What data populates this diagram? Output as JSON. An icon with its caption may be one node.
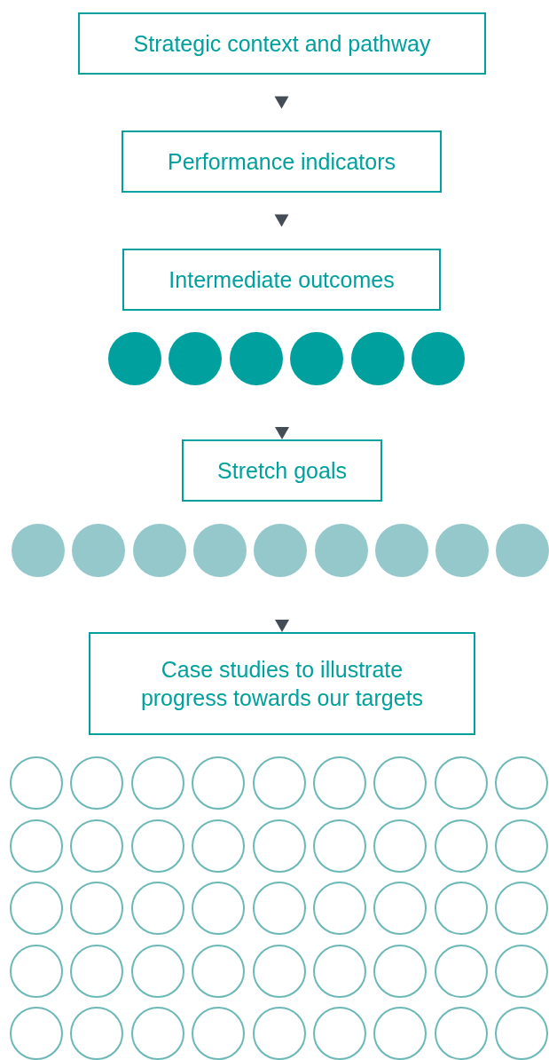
{
  "diagram": {
    "nodes": [
      {
        "text": [
          "Strategic context and pathway"
        ]
      },
      {
        "text": [
          "Performance indicators"
        ]
      },
      {
        "text": [
          "Intermediate outcomes"
        ]
      },
      {
        "text": [],
        "shape": "circle"
      },
      {
        "text": [],
        "shape": "circle"
      },
      {
        "text": [],
        "shape": "circle"
      },
      {
        "text": [],
        "shape": "circle"
      },
      {
        "text": [],
        "shape": "circle"
      },
      {
        "text": [],
        "shape": "circle"
      },
      {
        "text": [
          "Stretch goals"
        ]
      },
      {
        "text": [],
        "shape": "circle"
      },
      {
        "text": [],
        "shape": "circle"
      },
      {
        "text": [],
        "shape": "circle"
      },
      {
        "text": [],
        "shape": "circle"
      },
      {
        "text": [],
        "shape": "circle"
      },
      {
        "text": [],
        "shape": "circle"
      },
      {
        "text": [],
        "shape": "circle"
      },
      {
        "text": [],
        "shape": "circle"
      },
      {
        "text": [],
        "shape": "circle"
      },
      {
        "text": [
          "Case studies to illustrate progress towards our targets"
        ]
      },
      {
        "text": [],
        "shape": "circle"
      },
      {
        "text": [],
        "shape": "circle"
      },
      {
        "text": [],
        "shape": "circle"
      },
      {
        "text": [],
        "shape": "circle"
      },
      {
        "text": [],
        "shape": "circle"
      },
      {
        "text": [],
        "shape": "circle"
      },
      {
        "text": [],
        "shape": "circle"
      },
      {
        "text": [],
        "shape": "circle"
      },
      {
        "text": [],
        "shape": "circle"
      },
      {
        "text": [],
        "shape": "circle"
      },
      {
        "text": [],
        "shape": "circle"
      },
      {
        "text": [],
        "shape": "circle"
      },
      {
        "text": [],
        "shape": "circle"
      },
      {
        "text": [],
        "shape": "circle"
      },
      {
        "text": [],
        "shape": "circle"
      },
      {
        "text": [],
        "shape": "circle"
      },
      {
        "text": [],
        "shape": "circle"
      },
      {
        "text": [],
        "shape": "circle"
      },
      {
        "text": [],
        "shape": "circle"
      },
      {
        "text": [],
        "shape": "circle"
      },
      {
        "text": [],
        "shape": "circle"
      },
      {
        "text": [],
        "shape": "circle"
      },
      {
        "text": [],
        "shape": "circle"
      },
      {
        "text": [],
        "shape": "circle"
      },
      {
        "text": [],
        "shape": "circle"
      },
      {
        "text": [],
        "shape": "circle"
      },
      {
        "text": [],
        "shape": "circle"
      },
      {
        "text": [],
        "shape": "circle"
      },
      {
        "text": [],
        "shape": "circle"
      },
      {
        "text": [],
        "shape": "circle"
      },
      {
        "text": [],
        "shape": "circle"
      },
      {
        "text": [],
        "shape": "circle"
      },
      {
        "text": [],
        "shape": "circle"
      },
      {
        "text": [],
        "shape": "circle"
      },
      {
        "text": [],
        "shape": "circle"
      },
      {
        "text": [],
        "shape": "circle"
      },
      {
        "text": [],
        "shape": "circle"
      },
      {
        "text": [],
        "shape": "circle"
      },
      {
        "text": [],
        "shape": "circle"
      },
      {
        "text": [],
        "shape": "circle"
      },
      {
        "text": [],
        "shape": "circle"
      },
      {
        "text": [],
        "shape": "circle"
      },
      {
        "text": [],
        "shape": "circle"
      },
      {
        "text": [],
        "shape": "circle"
      },
      {
        "text": [],
        "shape": "circle"
      }
    ],
    "edges": [
      {
        "from": 0,
        "to": 1,
        "arrow": "to"
      },
      {
        "from": 1,
        "to": 2,
        "arrow": "to"
      },
      {
        "from": null,
        "to": 9,
        "arrow": "to"
      },
      {
        "from": null,
        "to": 19,
        "arrow": "to"
      }
    ]
  }
}
